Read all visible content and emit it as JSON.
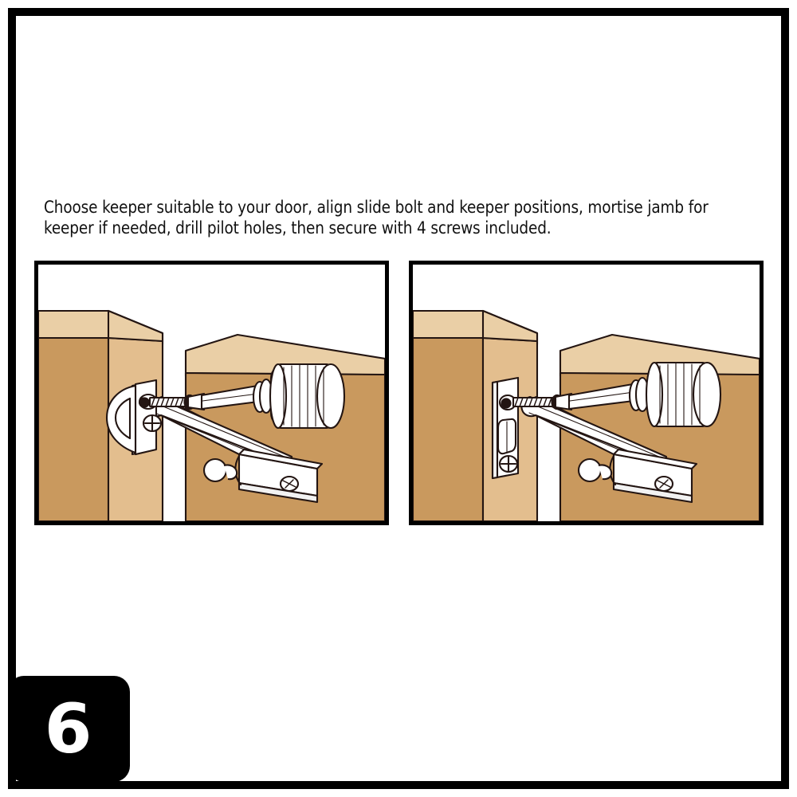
{
  "page": {
    "background_color": "#ffffff",
    "frame_color": "#000000",
    "step_number": "6"
  },
  "caption": {
    "text": "Choose keeper suitable to your door, align slide bolt and keeper positions, mortise jamb for keeper if needed, drill pilot holes, then secure with 4 screws included."
  },
  "colors": {
    "outline": "#231512",
    "wood_face_dark": "#C9995E",
    "wood_top_light": "#EACFA6",
    "wood_jamb_light": "#E3BE8E",
    "wood_edge_mid": "#D8B182",
    "metal_white": "#FFFFFF",
    "metal_shadow": "#E8E8E8",
    "black": "#000000",
    "white": "#FFFFFF"
  },
  "panels": [
    {
      "id": "panel-left",
      "name": "surface-mount-loop-keeper-illustration",
      "keeper_type": "Surface mount loop keeper",
      "parts": [
        "door-jamb",
        "door-slab",
        "loop-keeper-plate",
        "keeper-loop",
        "mounting-screw",
        "phillips-screw",
        "screwdriver",
        "slide-bolt-rod",
        "slide-bolt-knob",
        "slide-bolt-mounting-plate"
      ]
    },
    {
      "id": "panel-right",
      "name": "mortise-strike-keeper-illustration",
      "keeper_type": "Mortise strike plate keeper",
      "parts": [
        "door-jamb",
        "door-slab",
        "mortise-strike-plate",
        "strike-slot",
        "mounting-screw",
        "phillips-screw",
        "screwdriver",
        "slide-bolt-rod",
        "slide-bolt-knob",
        "slide-bolt-mounting-plate"
      ]
    }
  ]
}
